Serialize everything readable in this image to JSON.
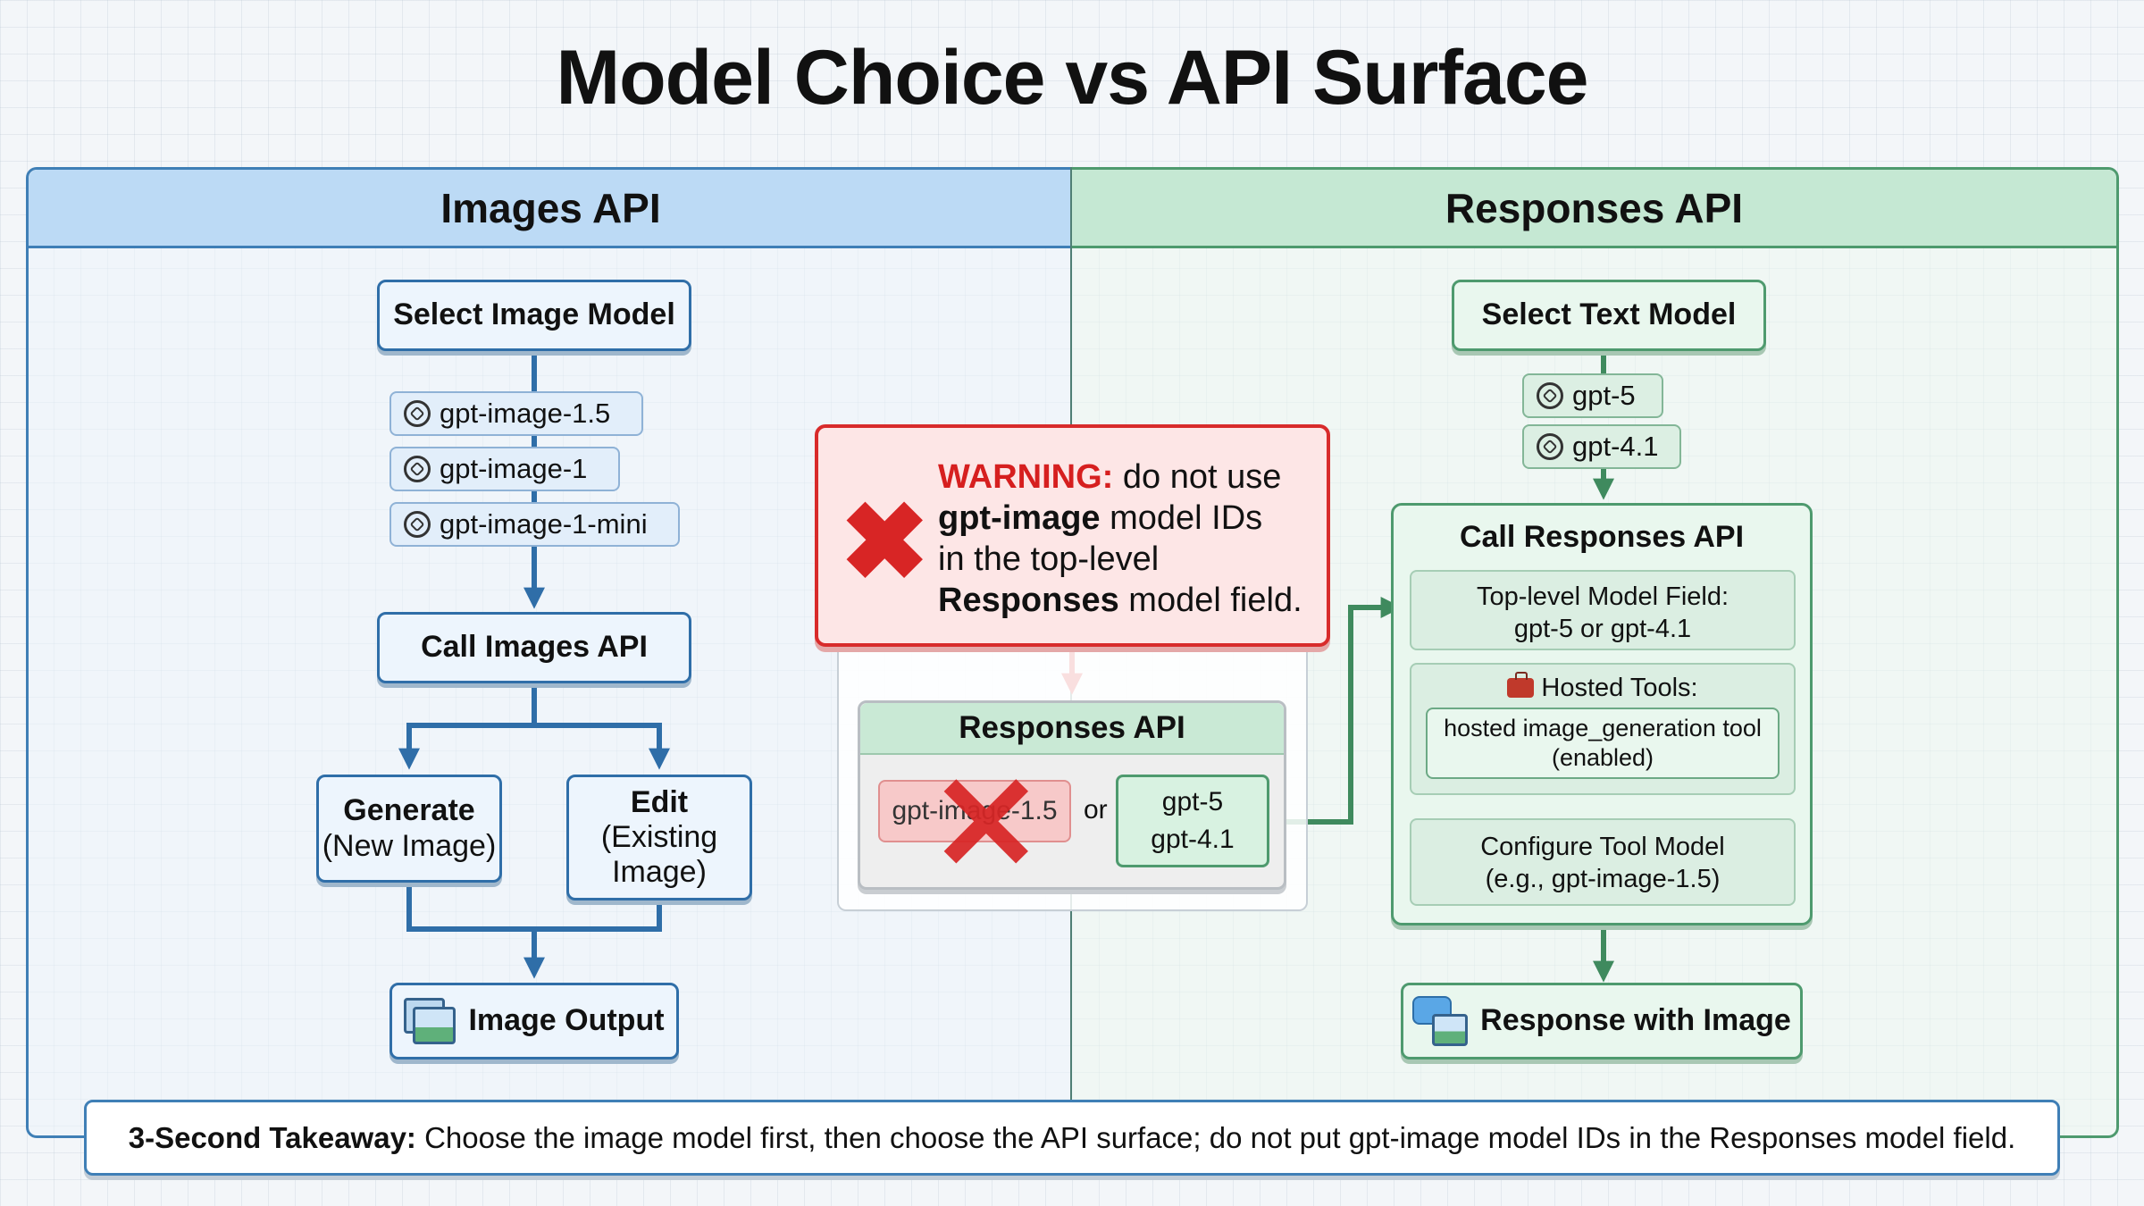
{
  "title": "Model Choice vs API Surface",
  "left": {
    "header": "Images API",
    "select_model": "Select Image Model",
    "models": [
      "gpt-image-1.5",
      "gpt-image-1",
      "gpt-image-1-mini"
    ],
    "call": "Call Images API",
    "generate": {
      "title": "Generate",
      "sub": "(New Image)"
    },
    "edit": {
      "title": "Edit",
      "sub_line1": "(Existing",
      "sub_line2": "Image)"
    },
    "output": "Image Output"
  },
  "right": {
    "header": "Responses API",
    "select_model": "Select Text Model",
    "models": [
      "gpt-5",
      "gpt-4.1"
    ],
    "call": "Call Responses API",
    "top_field_line1": "Top-level Model Field:",
    "top_field_line2": "gpt-5 or gpt-4.1",
    "hosted_label": "Hosted Tools:",
    "hosted_tool_line1": "hosted image_generation tool",
    "hosted_tool_line2": "(enabled)",
    "tool_model_line1": "Configure Tool Model",
    "tool_model_line2": "(e.g., gpt-image-1.5)",
    "output": "Response with Image"
  },
  "warning": {
    "label": "WARNING:",
    "t1": " do not use",
    "t2": "gpt-image",
    "t3": " model IDs",
    "t4": "in the top-level",
    "t5": "Responses",
    "t6": " model field."
  },
  "middle": {
    "header": "Responses API",
    "bad_model": "gpt-image-1.5",
    "or": "or",
    "good_models": [
      "gpt-5",
      "gpt-4.1"
    ]
  },
  "takeaway": {
    "label": "3-Second Takeaway:",
    "text": " Choose the image model first, then choose the API surface; do not put gpt-image model IDs in the Responses model field."
  },
  "colors": {
    "blue_accent": "#2f6ea8",
    "green_accent": "#4e9a6e",
    "warning_red": "#d82b2b"
  }
}
